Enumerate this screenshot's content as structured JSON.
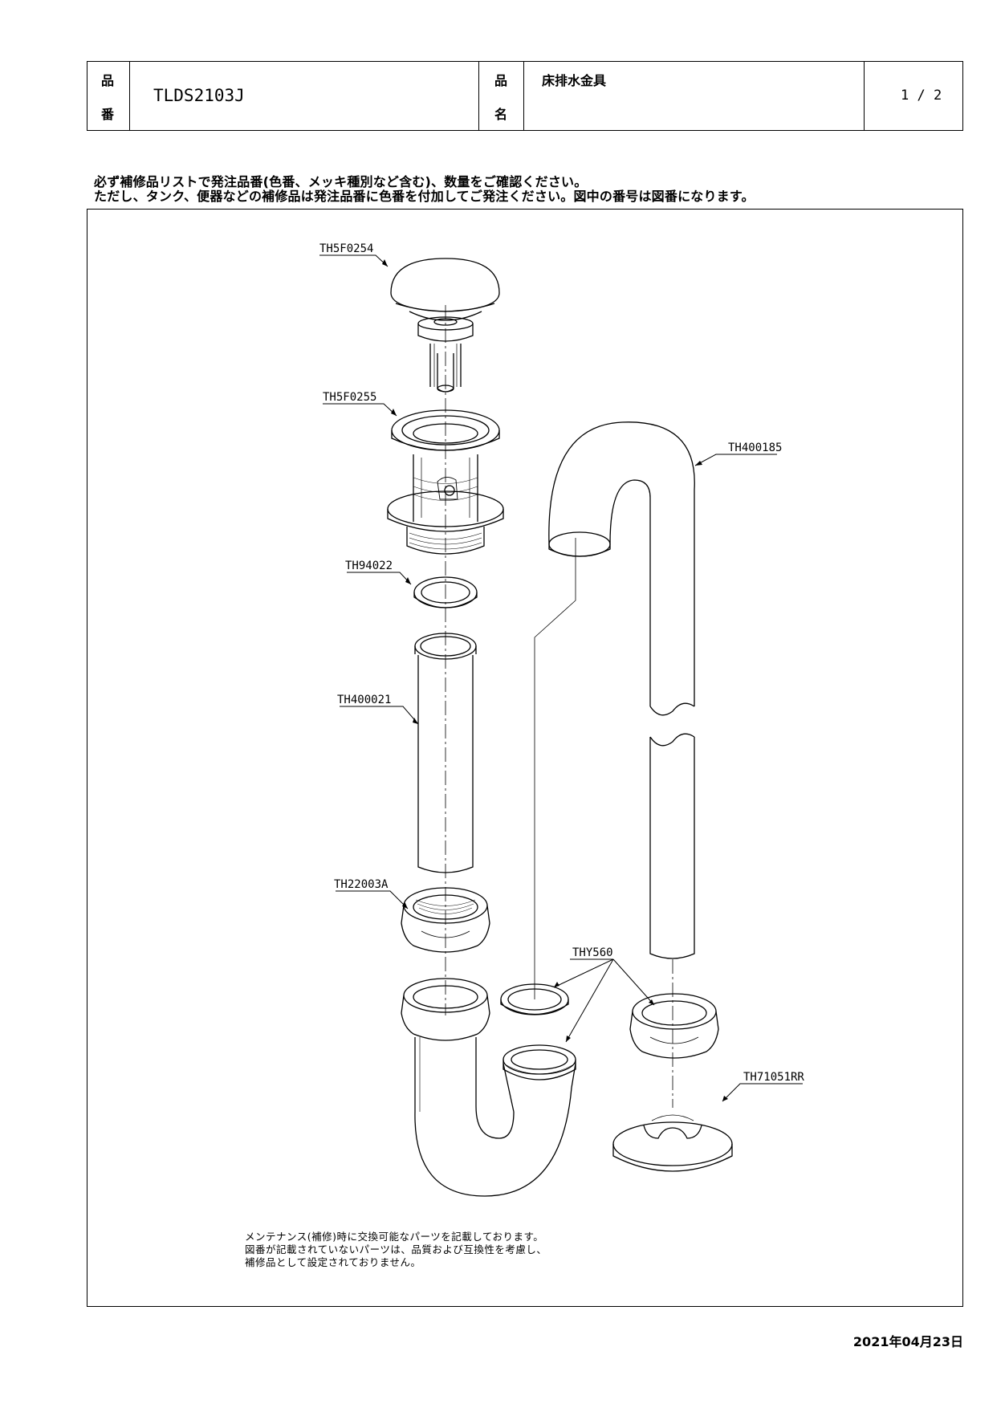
{
  "header": {
    "hinban_label_1": "品",
    "hinban_label_2": "番",
    "hinban_value": "TLDS2103J",
    "hinmei_label_1": "品",
    "hinmei_label_2": "名",
    "hinmei_value": "床排水金具",
    "page": "1 / 2"
  },
  "notes": {
    "line1": "必ず補修品リストで発注品番(色番、メッキ種別など含む)、数量をご確認ください。",
    "line2": "ただし、タンク、便器などの補修品は発注品番に色番を付加してご発注ください。図中の番号は図番になります。"
  },
  "parts": {
    "cap": "TH5F0254",
    "body": "TH5F0255",
    "washer": "TH94022",
    "tube": "TH400021",
    "nut": "TH22003A",
    "trap_bend": "TH400185",
    "packing": "THY560",
    "flange": "TH71051RR"
  },
  "maintenance_note": {
    "line1": "メンテナンス(補修)時に交換可能なパーツを記載しております。",
    "line2": "図番が記載されていないパーツは、品質および互換性を考慮し、",
    "line3": "補修品として設定されておりません。"
  },
  "date": "2021年04月23日"
}
